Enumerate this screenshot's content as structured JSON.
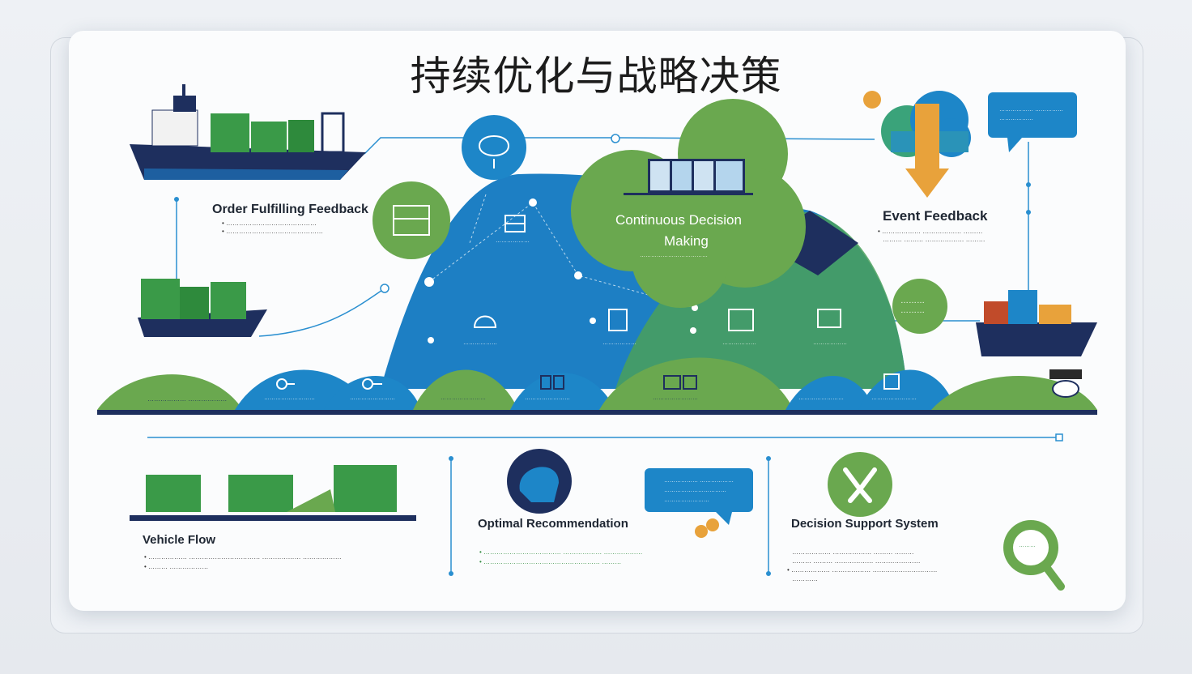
{
  "title": "持续优化与战略决策",
  "top": {
    "order_feedback": {
      "heading": "Order Fulfilling Feedback",
      "lines": [
        "• ……………………………………",
        "• ………………………………………"
      ]
    },
    "cloud_center": {
      "heading_line1": "Continuous Decision",
      "heading_line2": "Making",
      "sub": "………………………………"
    },
    "event_feedback": {
      "heading": "Event Feedback",
      "lines": [
        "• ……………… ……………… ………",
        "……… ……… ……………… ………"
      ]
    },
    "bubble_top_right": "……………… ……………\n………………",
    "green_circle_right": "………\n………",
    "node_small_labels": [
      "………………",
      "………………",
      "………………",
      "………………",
      "………………"
    ],
    "ground_labels": [
      "……………… ………………",
      "………………………",
      "……………………",
      "……………………",
      "……………………",
      "……………………",
      "……………………",
      "……………………"
    ]
  },
  "bottom": {
    "vehicle_flow": {
      "heading": "Vehicle Flow",
      "lines": [
        "• ……………… …………………………… ……………… ………………",
        "• ……… ………………"
      ]
    },
    "optimal": {
      "heading": "Optimal Recommendation",
      "lines": [
        "• ……………………………… ……………… ………………",
        "• ……………………………………………… ………"
      ]
    },
    "bubble_mid": "……………… ………………\n……………………………\n……………………",
    "decision_support": {
      "heading": "Decision Support System",
      "lines": [
        "……………… ……………… ……… ………",
        "……… ……… ……………… …………………",
        "• ……………… ……………… …………………………",
        "…………"
      ]
    },
    "magnifier_label": "………"
  },
  "colors": {
    "green": "#6aa84f",
    "blue": "#1d86c8",
    "navy": "#1e2f5e",
    "orange": "#e8a23b"
  }
}
